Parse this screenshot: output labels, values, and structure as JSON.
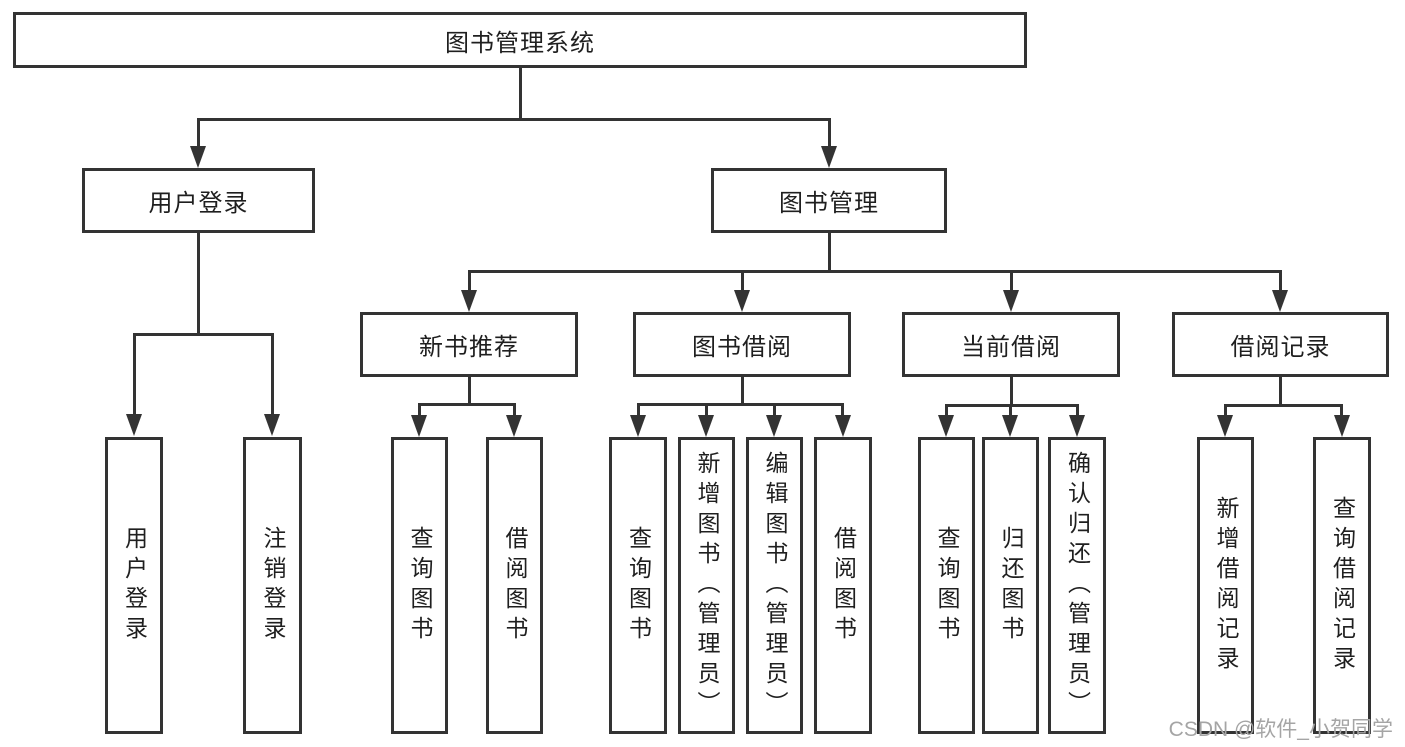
{
  "diagram": {
    "title": "图书管理系统",
    "nodes": {
      "root": "图书管理系统",
      "user_login": "用户登录",
      "book_mgmt": "图书管理",
      "new_books": "新书推荐",
      "book_borrow": "图书借阅",
      "current_borrow": "当前借阅",
      "borrow_records": "借阅记录",
      "leaves": {
        "user_login_1": "用户登录",
        "user_login_2": "注销登录",
        "new_books_1": "查询图书",
        "new_books_2": "借阅图书",
        "book_borrow_1": "查询图书",
        "book_borrow_2": "新增图书（管理员）",
        "book_borrow_3": "编辑图书（管理员）",
        "book_borrow_4": "借阅图书",
        "current_borrow_1": "查询图书",
        "current_borrow_2": "归还图书",
        "current_borrow_3": "确认归还（管理员）",
        "borrow_records_1": "新增借阅记录",
        "borrow_records_2": "查询借阅记录"
      }
    },
    "colors": {
      "line": "#333333",
      "text": "#1f1f1f",
      "background": "#ffffff",
      "watermark": "#a5a5a5"
    }
  },
  "watermark": "CSDN @软件_小贺同学"
}
